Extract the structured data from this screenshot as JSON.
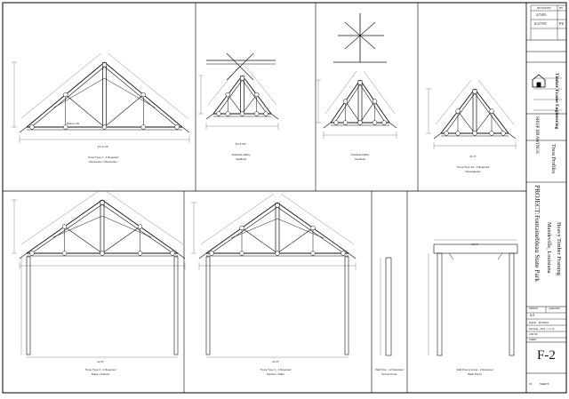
{
  "titleblock": {
    "revisions": {
      "heading": "REVISIONS",
      "heading_by": "BY",
      "rows": [
        {
          "date": "2/5/05",
          "by": ""
        },
        {
          "date": "6/27/05",
          "by": "PZ"
        }
      ]
    },
    "firm_name": "Timber Frame Engineering",
    "drawing_type": "SHOP DRAWINGS",
    "drawing_title": "Truss Profiles",
    "project_label": "PROJECT:",
    "project_name": "Fontainebleau State Park",
    "project_location": "Mandeville, Louisiana",
    "project_scope": "Heavy Timber Framing",
    "drawn_label": "DRAWN",
    "drawn_value": "B.R.",
    "checked_label": "CHECKED",
    "date_value": "DATE - 11/29/04",
    "scale_value": "SCALE - 3/16\" = 1'-0\"",
    "job_label": "JOB NO.",
    "sheet_label": "SHEET",
    "sheet_number": "F-2",
    "of_label": "OF",
    "sheets_value": "SHEETS"
  },
  "views": {
    "top_left": {
      "caption": "Truss Type 1 - 4 Required",
      "sub": "Mezzanine / Mezzanine",
      "span": "44'-3 1/2\"",
      "tie": "Bottom Tie"
    },
    "top_mid": {
      "caption_left": "Vestibule Valley",
      "sub_left": "Vestibule",
      "caption_mid": "Vestibule Rafter",
      "sub_mid": "Vestibule",
      "span": "16'-5 3/4\""
    },
    "top_right": {
      "caption": "Truss Type 1A - 4 Required",
      "sub": "Passageway",
      "span": "21'-6\""
    },
    "bottom_left": {
      "caption": "Truss Type 2 - 4 Required",
      "sub": "Stage / Gazebo",
      "span": "22'-8\""
    },
    "bottom_mid": {
      "caption": "Truss Type 3 - 4 Required",
      "sub": "Pavilion / Main",
      "span": "22'-8\""
    },
    "bottom_post": {
      "caption": "Wall Post - 12 Required",
      "sub": "Corner Posts"
    },
    "bottom_right": {
      "caption": "Wall Post & Lintel - 2 Required",
      "sub": "Back Porch",
      "span": "10'-6\""
    }
  }
}
